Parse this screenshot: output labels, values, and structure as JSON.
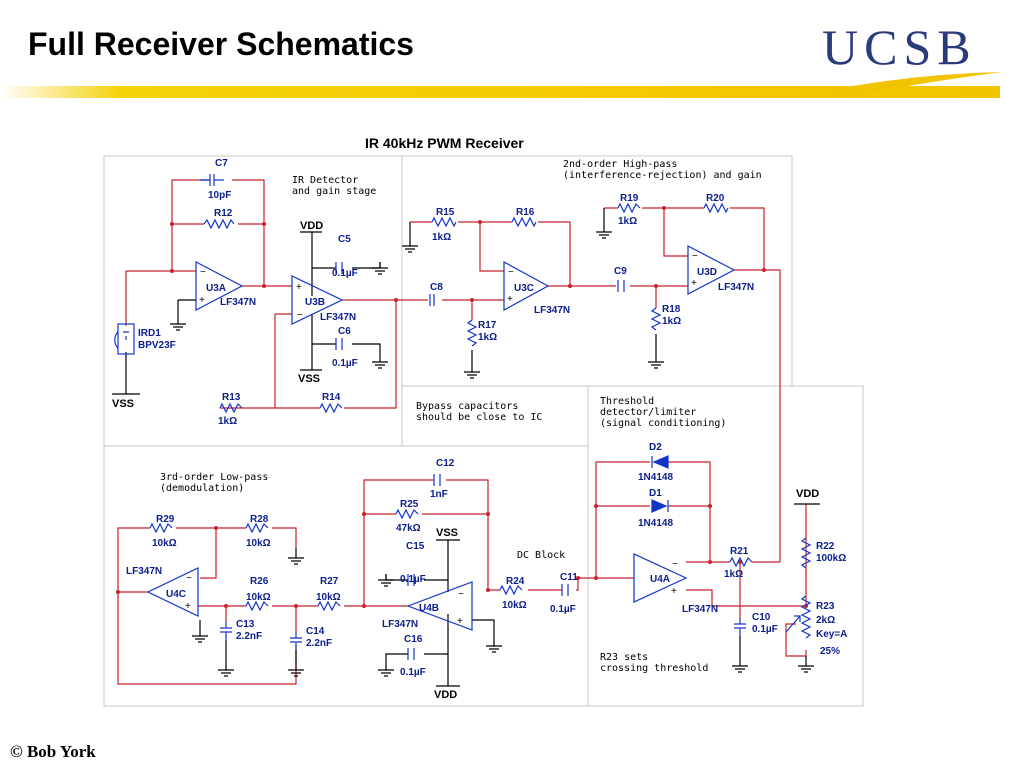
{
  "slide": {
    "title": "Full Receiver Schematics",
    "logo": "UCSB",
    "footer": "©  Bob York"
  },
  "schematic": {
    "title": "IR 40kHz PWM Receiver",
    "notes": {
      "ir_detector": [
        "IR Detector",
        "and gain stage"
      ],
      "highpass": [
        "2nd-order High-pass",
        "(interference-rejection) and gain"
      ],
      "bypass": [
        "Bypass capacitors",
        "should be close to IC"
      ],
      "threshold": [
        "Threshold",
        "detector/limiter",
        "(signal conditioning)"
      ],
      "lowpass": [
        "3rd-order Low-pass",
        "(demodulation)"
      ],
      "dcblock": [
        "DC Block"
      ],
      "r23": [
        "R23 sets",
        "crossing threshold"
      ]
    },
    "components": {
      "C7": [
        "C7",
        "10pF"
      ],
      "R12": [
        "R12"
      ],
      "U3A": [
        "U3A",
        "LF347N"
      ],
      "U3B": [
        "U3B",
        "LF347N"
      ],
      "IRD1": [
        "IRD1",
        "BPV23F"
      ],
      "VSS1": [
        "VSS"
      ],
      "VDD1": [
        "VDD"
      ],
      "C5": [
        "C5",
        "0.1µF"
      ],
      "C6": [
        "C6",
        "0.1µF"
      ],
      "VSS2": [
        "VSS"
      ],
      "R13": [
        "R13",
        "1kΩ"
      ],
      "R14": [
        "R14"
      ],
      "R15": [
        "R15",
        "1kΩ"
      ],
      "R16": [
        "R16"
      ],
      "C8": [
        "C8"
      ],
      "U3C": [
        "U3C",
        "LF347N"
      ],
      "R17": [
        "R17",
        "1kΩ"
      ],
      "R19": [
        "R19",
        "1kΩ"
      ],
      "R20": [
        "R20"
      ],
      "C9": [
        "C9"
      ],
      "U3D": [
        "U3D",
        "LF347N"
      ],
      "R18": [
        "R18",
        "1kΩ"
      ],
      "D2": [
        "D2",
        "1N4148"
      ],
      "D1": [
        "D1",
        "1N4148"
      ],
      "VDD2": [
        "VDD"
      ],
      "R21": [
        "R21",
        "1kΩ"
      ],
      "U4A": [
        "U4A",
        "LF347N"
      ],
      "R22": [
        "R22",
        "100kΩ"
      ],
      "R23": [
        "R23",
        "2kΩ",
        "Key=A",
        "25%"
      ],
      "C10": [
        "C10",
        "0.1µF"
      ],
      "C12": [
        "C12",
        "1nF"
      ],
      "R25": [
        "R25",
        "47kΩ"
      ],
      "VSS3": [
        "VSS"
      ],
      "C15": [
        "C15",
        "0.1µF"
      ],
      "R29": [
        "R29",
        "10kΩ"
      ],
      "R28": [
        "R28",
        "10kΩ"
      ],
      "U4C": [
        "LF347N",
        "U4C"
      ],
      "R26": [
        "R26",
        "10kΩ"
      ],
      "R27": [
        "R27",
        "10kΩ"
      ],
      "C13": [
        "C13",
        "2.2nF"
      ],
      "C14": [
        "C14",
        "2.2nF"
      ],
      "U4B": [
        "U4B",
        "LF347N"
      ],
      "R24": [
        "R24",
        "10kΩ"
      ],
      "C11": [
        "C11",
        "0.1µF"
      ],
      "C16": [
        "C16",
        "0.1µF"
      ],
      "VDD3": [
        "VDD"
      ]
    },
    "colors": {
      "wire": "#c8232c",
      "component": "#1535c8",
      "label": "#0b1e8c",
      "logo": "#2a3a7a",
      "accent_bar": "#f5d20a"
    }
  }
}
